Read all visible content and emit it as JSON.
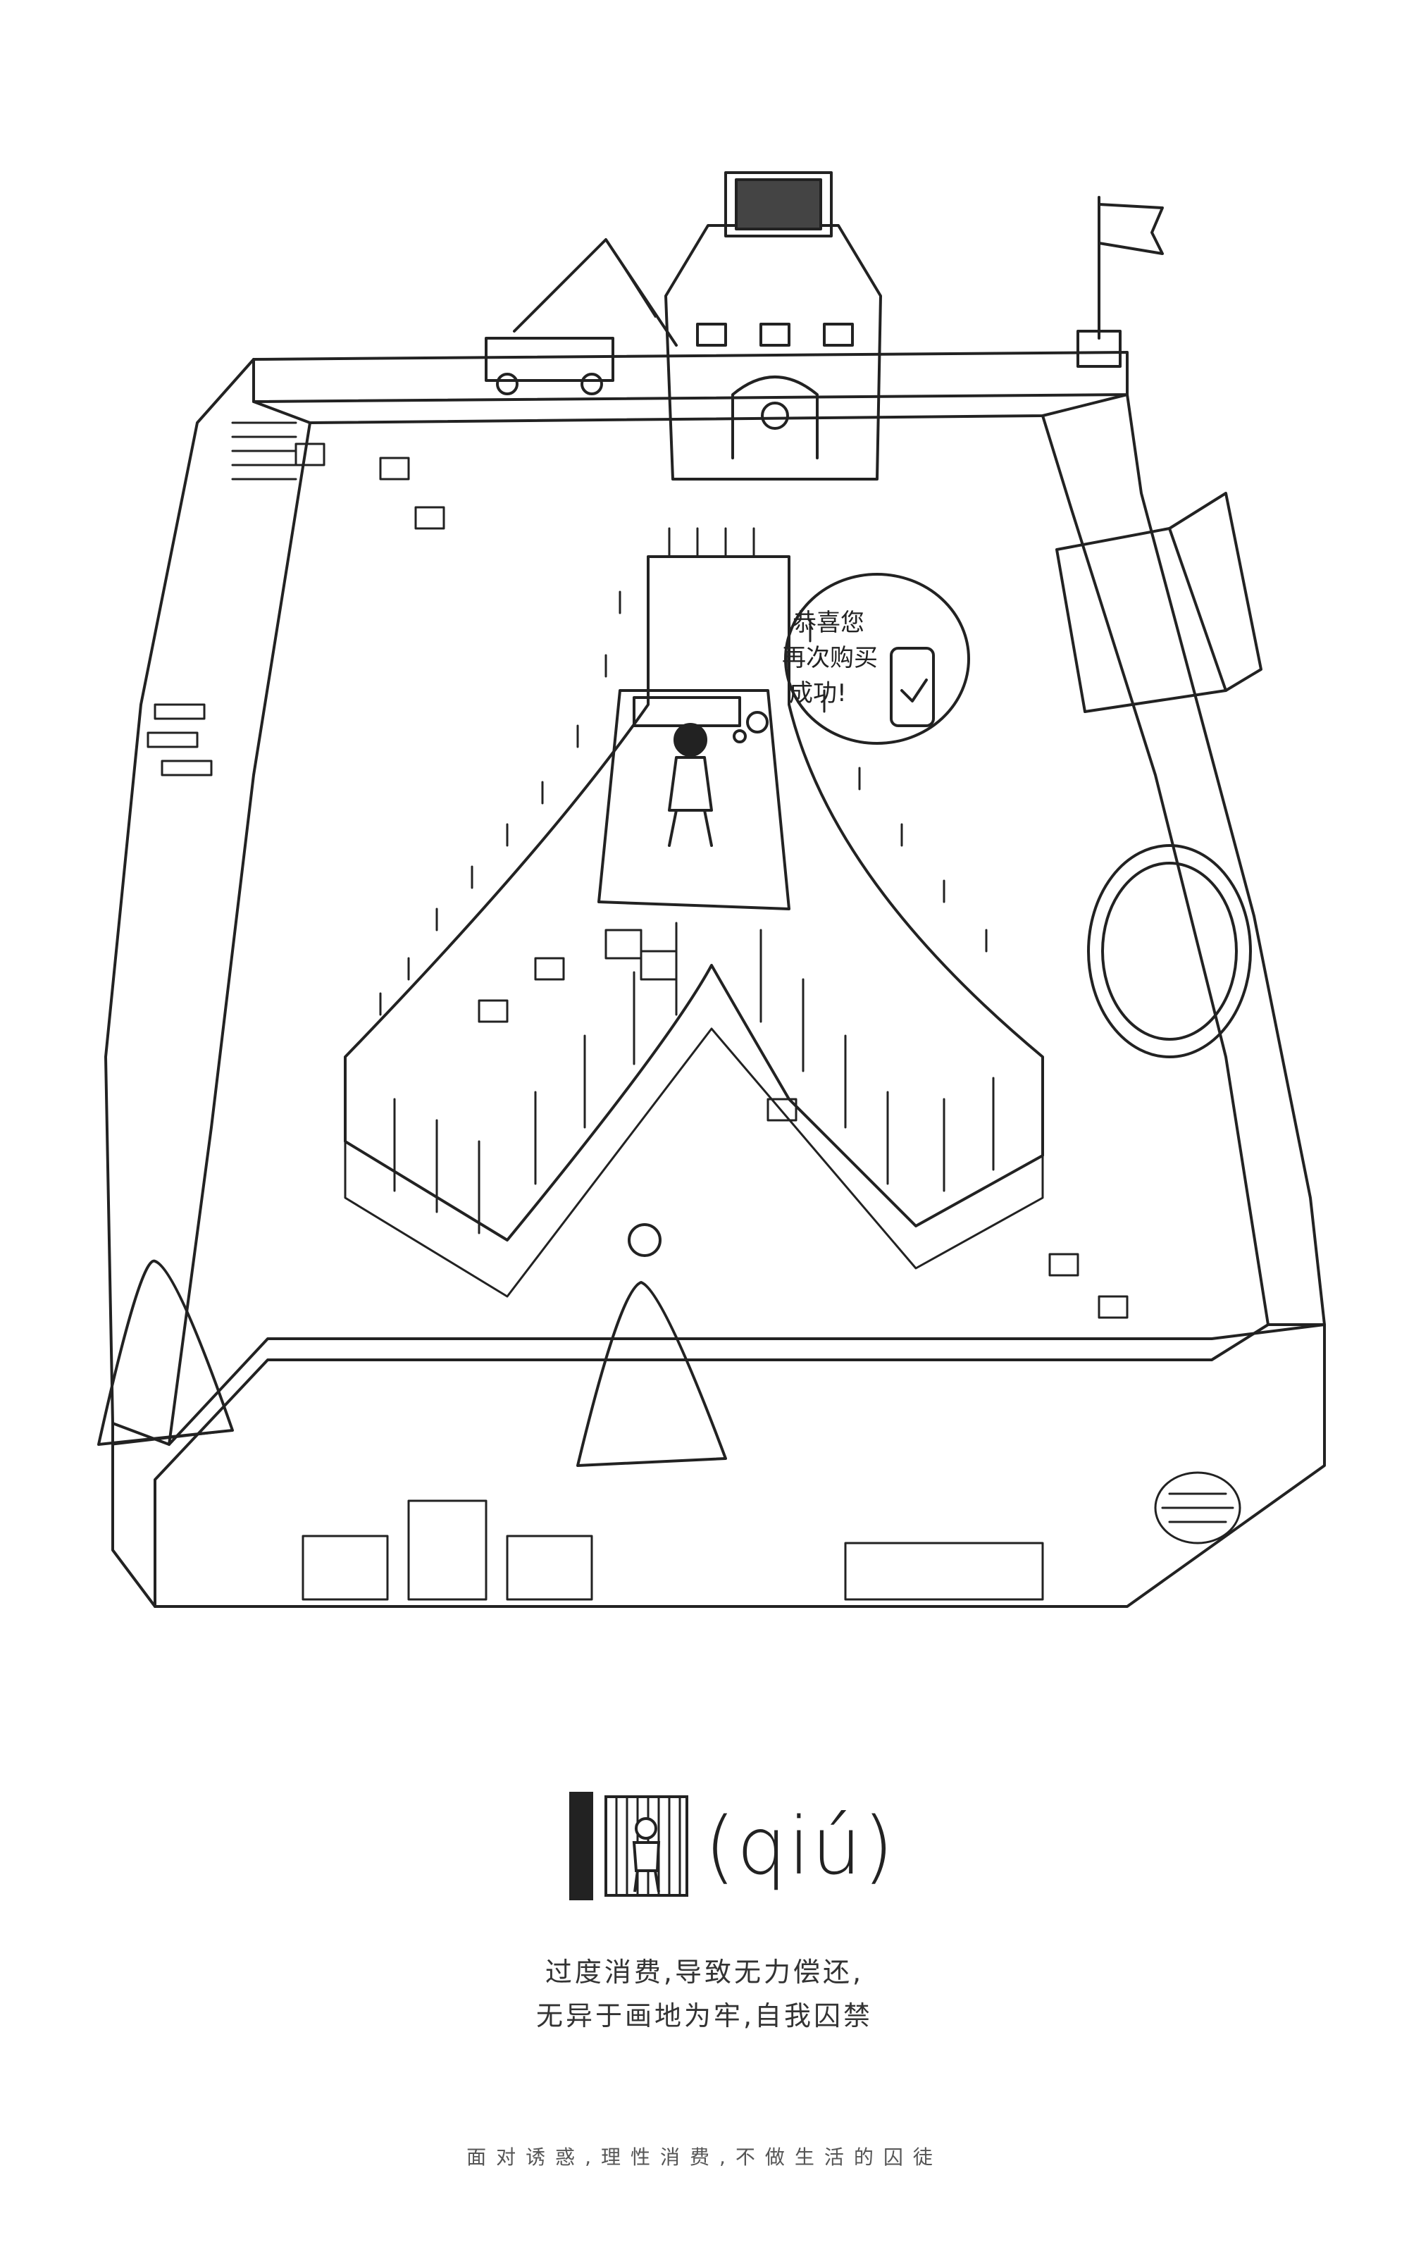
{
  "speech_bubble": {
    "line1": "恭喜您",
    "line2": "再次购买",
    "line3": "成功!"
  },
  "title": {
    "pinyin": "(qiú)",
    "glyph_icon": "prison-character-icon"
  },
  "caption": {
    "line1": "过度消费,导致无力偿还,",
    "line2": "无异于画地为牢,自我囚禁"
  },
  "slogan": "面对诱惑,理性消费,不做生活的囚徒",
  "colors": {
    "ink": "#222222",
    "paper": "#ffffff",
    "caption": "#333333"
  }
}
